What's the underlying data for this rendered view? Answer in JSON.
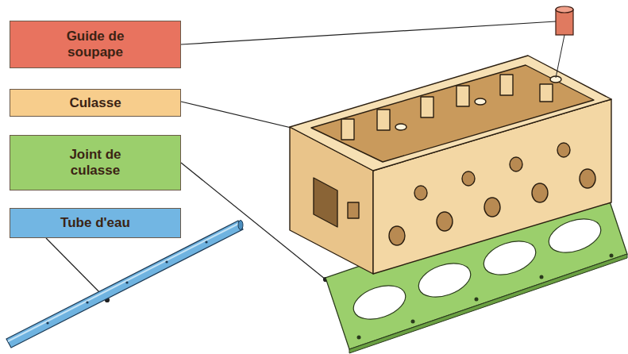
{
  "diagram": {
    "nodes": [
      {
        "text": [
          "Guide de soupape"
        ]
      },
      {
        "text": [
          "Culasse"
        ]
      },
      {
        "text": [
          "Joint de culasse"
        ]
      },
      {
        "text": [
          "Tube d'eau"
        ]
      }
    ]
  }
}
